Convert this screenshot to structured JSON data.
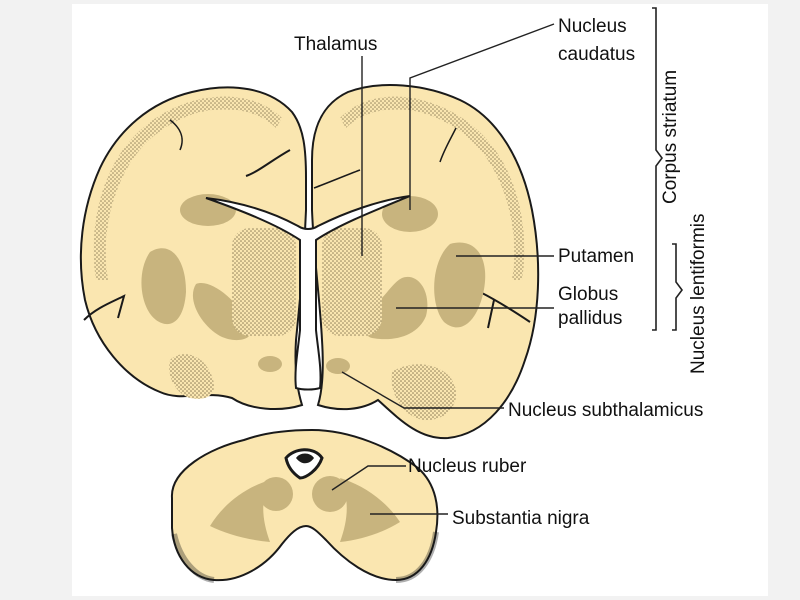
{
  "labels": {
    "thalamus": "Thalamus",
    "nucleus_caudatus_line1": "Nucleus",
    "nucleus_caudatus_line2": "caudatus",
    "putamen": "Putamen",
    "globus_line1": "Globus",
    "globus_line2": "pallidus",
    "nucleus_subthalamicus": "Nucleus subthalamicus",
    "nucleus_ruber": "Nucleus ruber",
    "substantia_nigra": "Substantia nigra",
    "corpus_striatum": "Corpus striatum",
    "nucleus_lentiformis": "Nucleus lentiformis"
  },
  "colors": {
    "tissue": "#fae6b0",
    "nucleus": "#c8b47e",
    "cortex": "#d8c490",
    "outline": "#1a1a1a",
    "ventricle": "#ffffff"
  }
}
